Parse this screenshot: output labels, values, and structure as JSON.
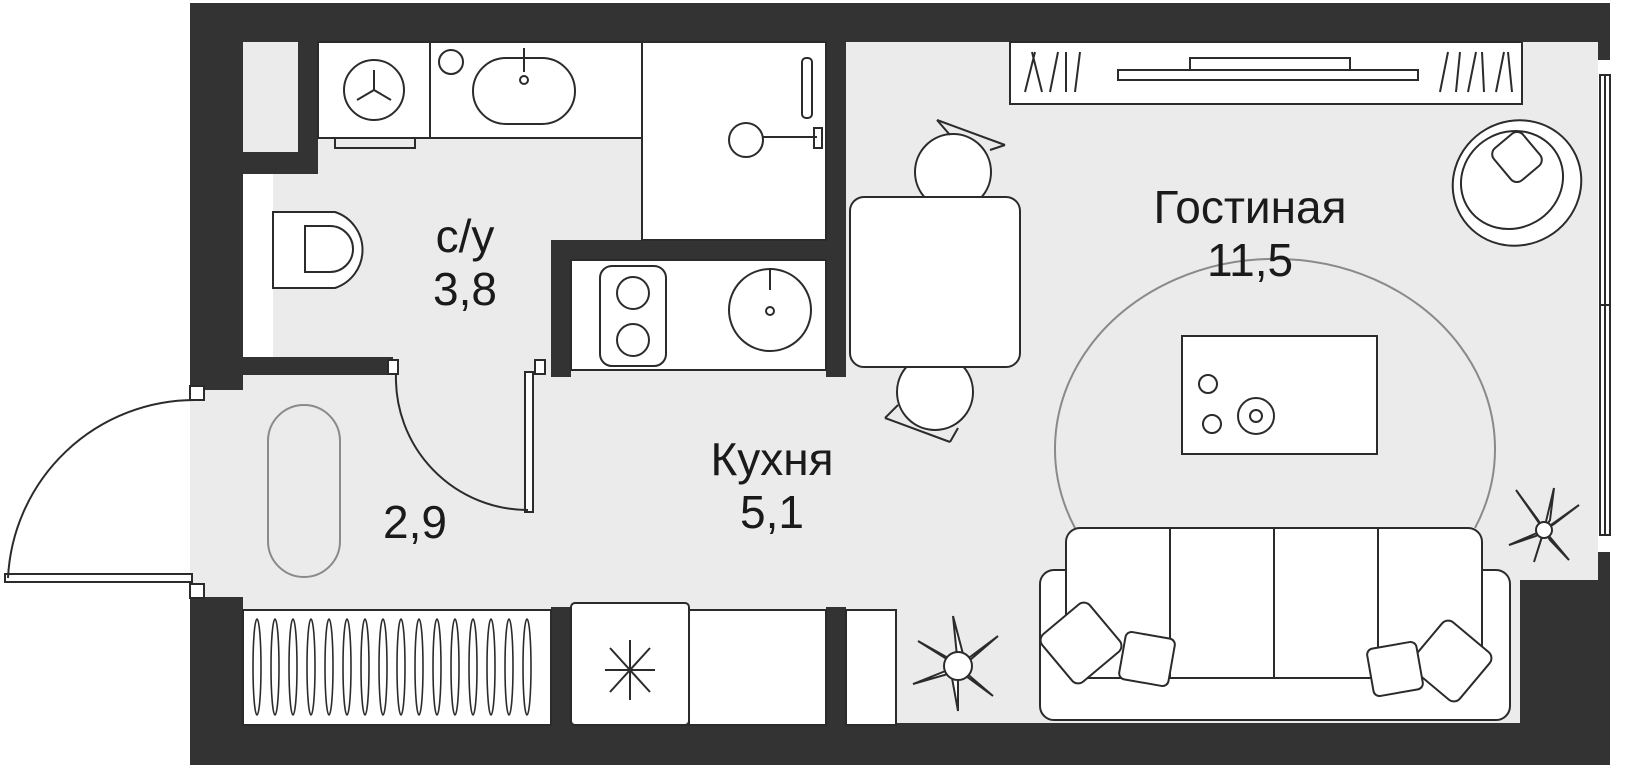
{
  "floor_plan": {
    "colors": {
      "wall": "#333333",
      "floor": "#ebebeb",
      "line": "#2b2b2b",
      "rug": "#8a8a8a",
      "background": "#ffffff"
    },
    "rooms": [
      {
        "id": "bathroom",
        "name": "с/у",
        "area": "3,8"
      },
      {
        "id": "hall",
        "name": "",
        "area": "2,9"
      },
      {
        "id": "kitchen",
        "name": "Кухня",
        "area": "5,1"
      },
      {
        "id": "living",
        "name": "Гостиная",
        "area": "11,5"
      }
    ],
    "icons": [
      "washing-machine-icon",
      "sink-icon",
      "shower-icon",
      "toilet-icon",
      "stove-icon",
      "kitchen-sink-icon",
      "dining-table-icon",
      "chair-icon",
      "tv-stand-icon",
      "armchair-icon",
      "rug-icon",
      "coffee-table-icon",
      "sofa-icon",
      "plant-icon",
      "wardrobe-icon",
      "fridge-icon",
      "bench-icon",
      "entrance-door-icon",
      "window-icon"
    ]
  }
}
